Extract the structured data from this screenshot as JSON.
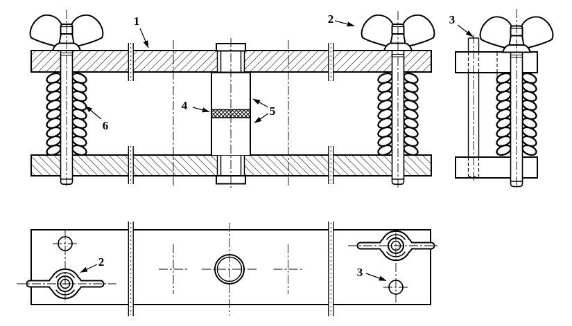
{
  "drawing": {
    "type": "technical-assembly-drawing",
    "ink_color": "#000000",
    "paper_color": "#ffffff"
  },
  "callouts": {
    "n1": "1",
    "n2_front": "2",
    "n3_side": "3",
    "n4": "4",
    "n5": "5",
    "n6": "6",
    "n2_plan": "2",
    "n3_plan": "3"
  }
}
